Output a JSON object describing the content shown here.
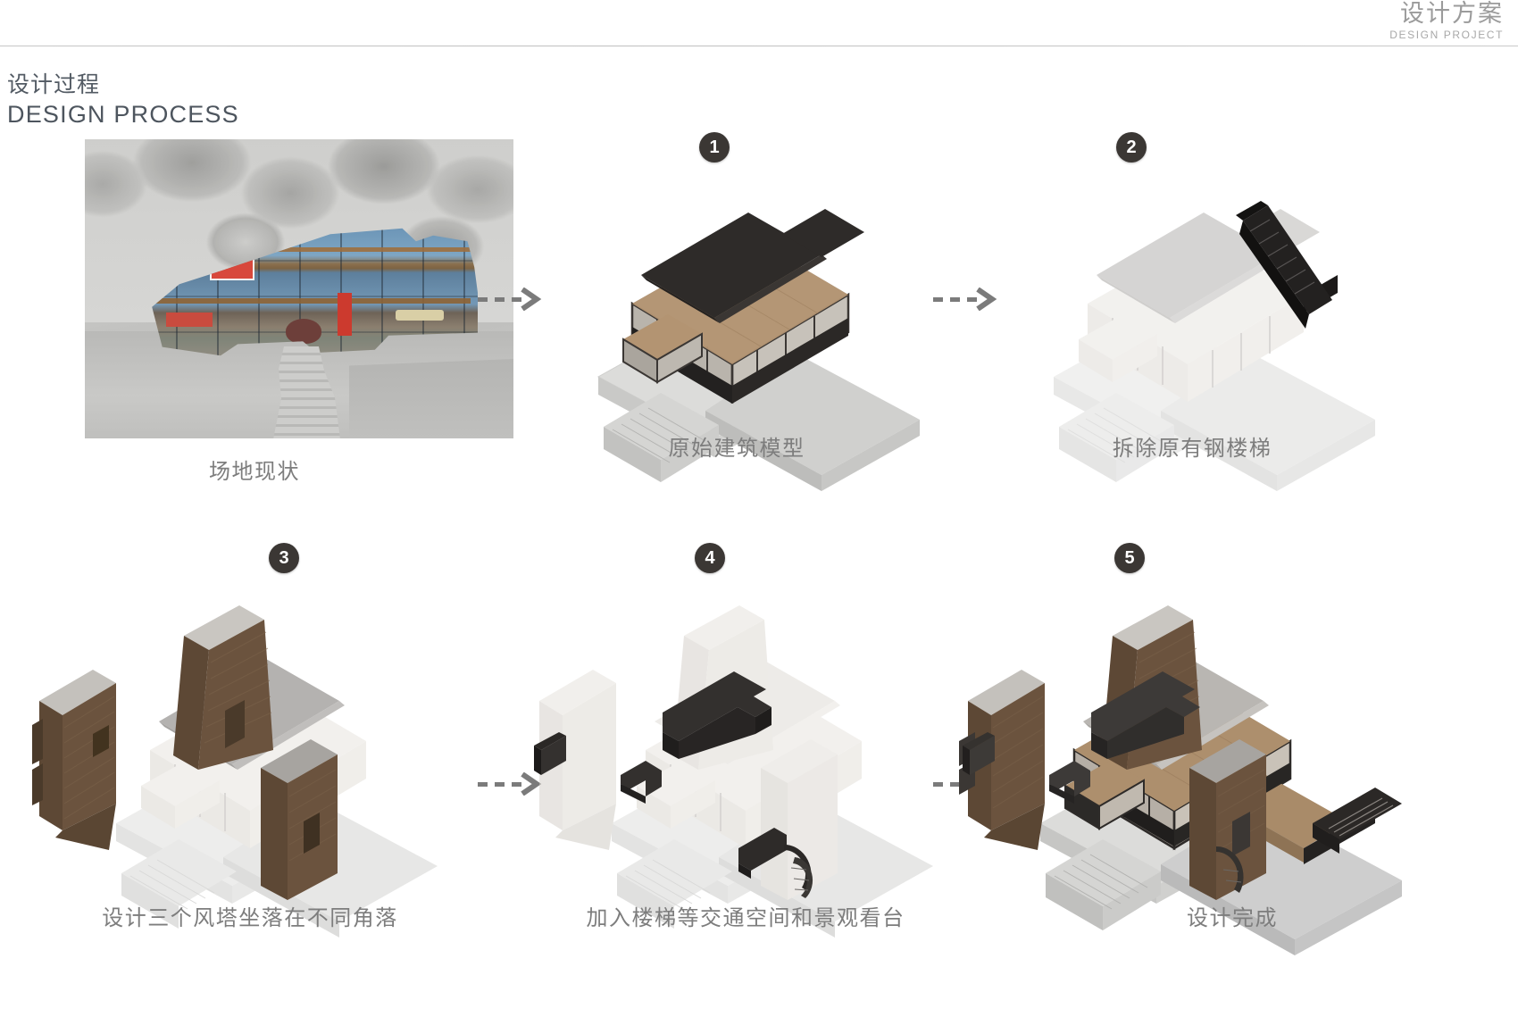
{
  "header": {
    "title_cn": "设计方案",
    "title_en": "DESIGN PROJECT"
  },
  "page": {
    "title_cn": "设计过程",
    "title_en": "DESIGN PROCESS"
  },
  "colors": {
    "header_text": "#9b9b9b",
    "title_text": "#525a63",
    "caption_text": "#7d7d7d",
    "badge_bg": "#3b3734",
    "badge_text": "#ffffff",
    "arrow": "#7b7b7b",
    "rule": "#c6c6c6",
    "roof_dark": "#2e2b29",
    "roof_wood": "#b39472",
    "brick_brown": "#6b533e",
    "concrete": "#d7d7d5",
    "faded": "#eae7e2",
    "glass": "#c9c4bd"
  },
  "steps": [
    {
      "number": "",
      "caption": "场地现状",
      "kind": "photo",
      "arrow_after": true
    },
    {
      "number": "1",
      "caption": "原始建筑模型",
      "kind": "model",
      "variant": "original",
      "arrow_after": true
    },
    {
      "number": "2",
      "caption": "拆除原有钢楼梯",
      "kind": "model",
      "variant": "demolish-stair",
      "arrow_after": false
    },
    {
      "number": "3",
      "caption": "设计三个风塔坐落在不同角落",
      "kind": "model",
      "variant": "wind-towers",
      "arrow_after": true
    },
    {
      "number": "4",
      "caption": "加入楼梯等交通空间和景观看台",
      "kind": "model",
      "variant": "circulation",
      "arrow_after": true
    },
    {
      "number": "5",
      "caption": "设计完成",
      "kind": "model",
      "variant": "final",
      "arrow_after": false
    }
  ],
  "icons": {
    "arrow": "dashed-arrow-icon",
    "badge": "step-number-badge"
  }
}
